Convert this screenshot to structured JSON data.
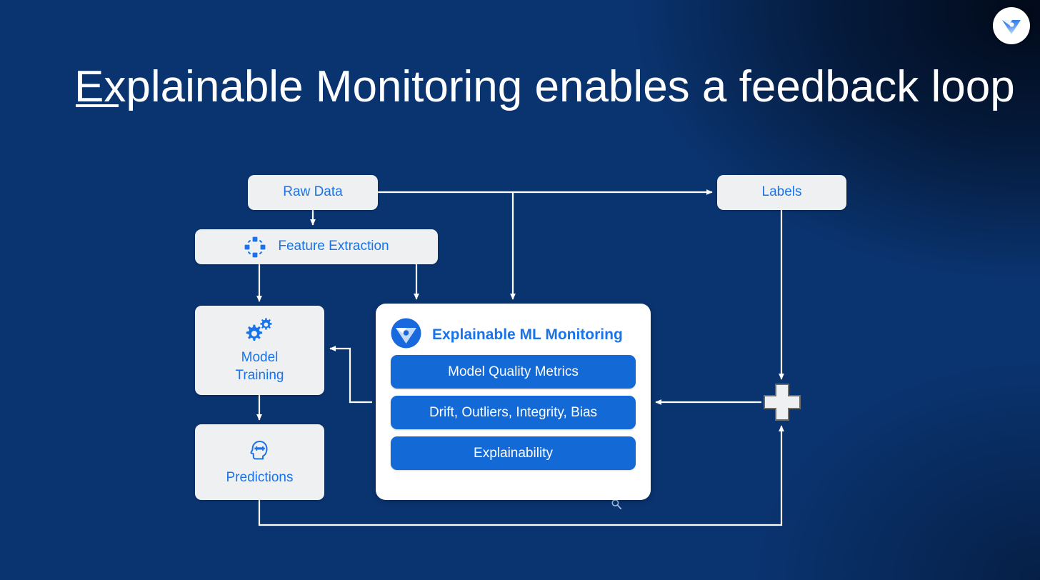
{
  "slide": {
    "title": "Explainable Monitoring enables a feedback loop",
    "brand_logo_name": "fiddler-logo-icon",
    "colors": {
      "background_blue": "#0d4ea6",
      "background_dark": "#041a3c",
      "node_fill": "#eff0f1",
      "node_text": "#1a73e8",
      "pill_fill": "#1369d6",
      "pill_text": "#ffffff",
      "card_fill": "#ffffff",
      "connector": "#ffffff"
    }
  },
  "diagram": {
    "nodes": [
      {
        "id": "raw-data",
        "label": "Raw Data",
        "icon": null
      },
      {
        "id": "feature-extraction",
        "label": "Feature Extraction",
        "icon": "feature-extraction-icon"
      },
      {
        "id": "model-training",
        "label_line1": "Model",
        "label_line2": "Training",
        "icon": "gears-icon"
      },
      {
        "id": "predictions",
        "label": "Predictions",
        "icon": "head-brain-icon"
      },
      {
        "id": "labels",
        "label": "Labels",
        "icon": null
      },
      {
        "id": "junction",
        "label": "",
        "icon": "plus-junction-icon"
      }
    ],
    "card": {
      "logo_name": "fiddler-logo-icon",
      "title": "Explainable ML Monitoring",
      "pills": [
        "Model Quality Metrics",
        "Drift, Outliers, Integrity, Bias",
        "Explainability"
      ]
    },
    "decorations": [
      {
        "id": "search-mini",
        "icon": "magnifier-icon"
      }
    ],
    "edges": [
      {
        "from": "raw-data",
        "to": "feature-extraction"
      },
      {
        "from": "raw-data",
        "to": "labels"
      },
      {
        "from": "raw-data",
        "to": "monitoring-card"
      },
      {
        "from": "feature-extraction",
        "to": "model-training"
      },
      {
        "from": "feature-extraction",
        "to": "monitoring-card"
      },
      {
        "from": "model-training",
        "to": "predictions"
      },
      {
        "from": "labels",
        "to": "junction"
      },
      {
        "from": "junction",
        "to": "monitoring-card"
      },
      {
        "from": "predictions",
        "to": "junction"
      },
      {
        "from": "monitoring-card",
        "to": "model-training"
      }
    ]
  }
}
